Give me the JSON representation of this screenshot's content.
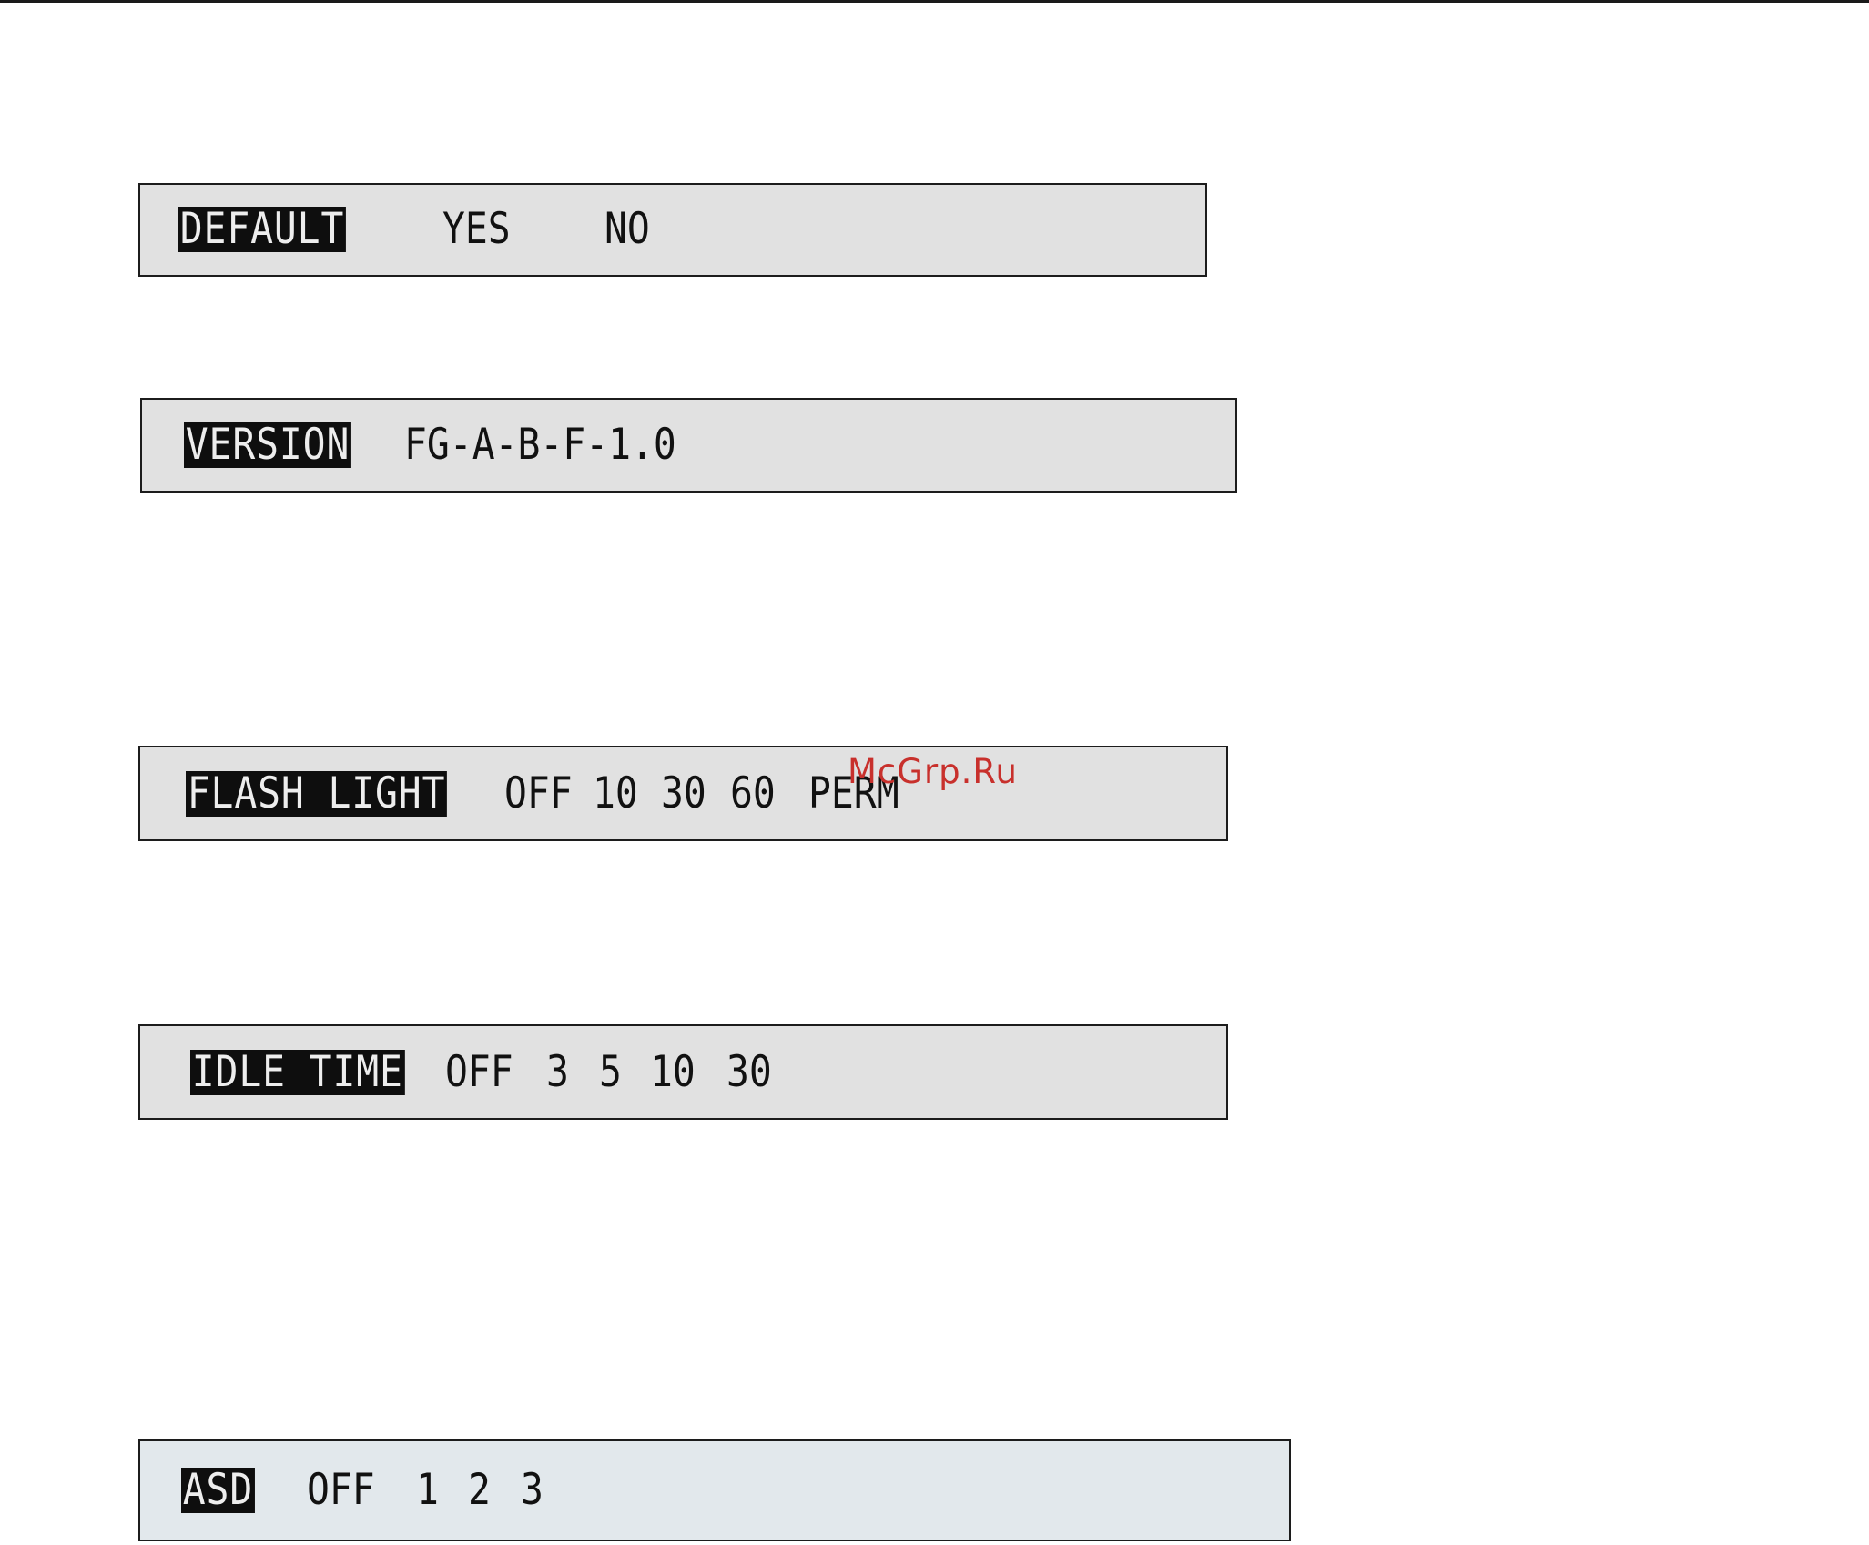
{
  "displays": [
    {
      "label": "DEFAULT",
      "options": [
        "YES",
        "NO"
      ]
    },
    {
      "label": "VERSION",
      "value": "FG-A-B-F-1.0"
    },
    {
      "label": "FLASH LIGHT",
      "options": [
        "OFF",
        "10",
        "30",
        "60",
        "PERM"
      ]
    },
    {
      "label": "IDLE TIME",
      "options": [
        "OFF",
        "3",
        "5",
        "10",
        "30"
      ]
    },
    {
      "label": "ASD",
      "options": [
        "OFF",
        "1",
        "2",
        "3"
      ]
    }
  ],
  "watermark": "McGrp.Ru",
  "colors": {
    "panel_background": "#e1e1e1",
    "label_background": "#0e0e0e",
    "label_text": "#ededed",
    "text": "#111111",
    "watermark": "#c8302c"
  }
}
